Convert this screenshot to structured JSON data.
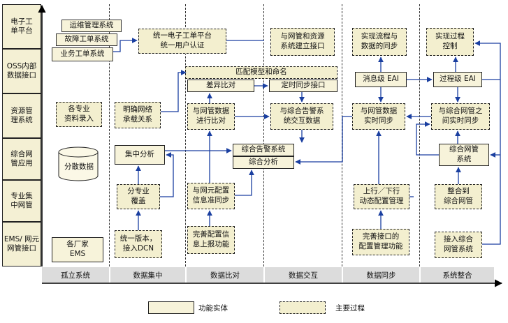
{
  "rows": [
    {
      "id": "ticket-platform",
      "label": "电子工\n单平台"
    },
    {
      "id": "oss-interface",
      "label": "OSS内部\n数据接口"
    },
    {
      "id": "resource-mgmt",
      "label": "资源管\n理系统"
    },
    {
      "id": "integrated-nm",
      "label": "综合网\n管应用"
    },
    {
      "id": "specialized-nm",
      "label": "专业集\n中网管"
    },
    {
      "id": "ems-interface",
      "label": "EMS/ 网元\n网管接口"
    }
  ],
  "stages": [
    "孤立系统",
    "数据集中",
    "数据比对",
    "数据交互",
    "数据同步",
    "系统整合"
  ],
  "boxes": {
    "ops_sys": "运维管理系统",
    "fault_sys": "故障工单系统",
    "biz_sys": "业务工单系统",
    "unified_ticket": "统一电子工单平台\n统一用户认证",
    "collect_specialty": "各专业\n资料录入",
    "distributed_data": "分散数据",
    "vendor_ems": "各厂家\nEMS",
    "clarify_network": "明确网络\n承载关系",
    "centralized_analysis": "集中分析",
    "coverage": "分专业\n覆盖",
    "unified_version": "统一版本，\n接入DCN",
    "match_model": "匹配模型和命名",
    "diff_compare": "差异比对",
    "scheduled_sync": "定时同步接口",
    "nm_data_compare": "与网管数据\n进行比对",
    "integrated_alarm_interact": "与综合告警系\n统交互数据",
    "integrated_alarm": "综合告警系统",
    "integrated_analysis": "综合分析",
    "ne_config_sync": "与网元配置\n信息准同步",
    "improve_config": "完善配置信\n息上报功能",
    "nm_resource_iface": "与网管和资源\n系统建立接口",
    "flow_data_sync": "实现流程与\n数据的同步",
    "message_eai": "消息级 EAI",
    "nm_realtime_sync": "与网管数据\n实时同步",
    "updown_config": "上行／下行\n动态配置管理",
    "improve_iface_config": "完善接口的\n配置管理功能",
    "process_control": "实现过程\n控制",
    "process_eai": "过程级 EAI",
    "integrated_nm_realtime": "与综合网管之\n间实时同步",
    "integrated_nm_system": "综合网管\n系统",
    "integrate_to_nm": "整合到\n综合网管",
    "access_integrated_nm": "接入综合\n网管系统"
  },
  "legend": {
    "functional_entity": "功能实体",
    "main_process": "主要过程"
  }
}
